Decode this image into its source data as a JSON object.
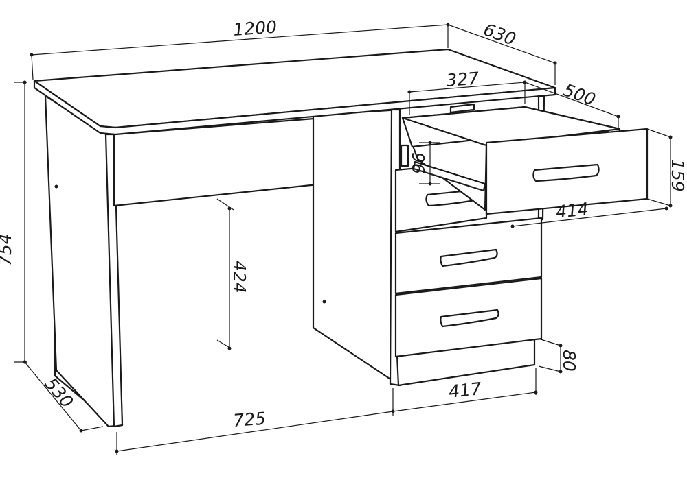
{
  "diagram": {
    "dimensions": {
      "width_total": "1200",
      "depth_total": "630",
      "drawer_inner_width": "327",
      "drawer_depth": "500",
      "drawer_front_height": "159",
      "drawer_inner_height": "96",
      "drawer_front_width": "414",
      "knee_clearance": "424",
      "height_total": "754",
      "side_depth": "530",
      "leg_span": "725",
      "pedestal_width": "417",
      "plinth_height": "80"
    }
  }
}
